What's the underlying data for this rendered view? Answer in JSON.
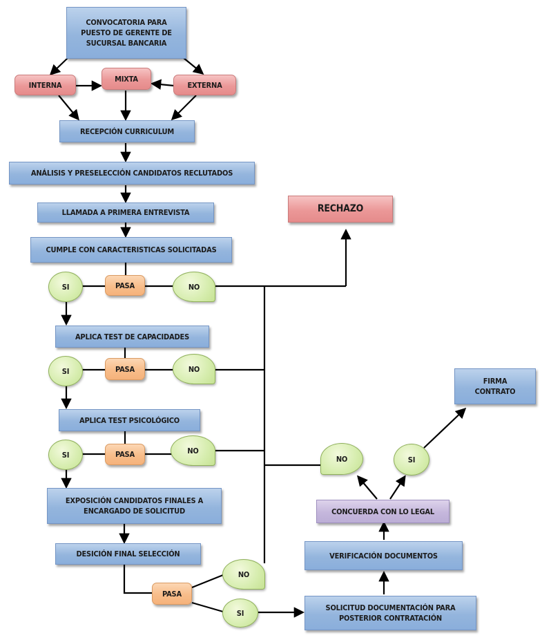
{
  "nodes": {
    "convocatoria": "CONVOCATORIA PARA\nPUESTO DE GERENTE DE\nSUCURSAL BANCARIA",
    "interna": "INTERNA",
    "mixta": "MIXTA",
    "externa": "EXTERNA",
    "recepcion": "RECEPCIÓN CURRICULUM",
    "analisis": "ANÁLISIS Y PRESELECCIÓN CANDIDATOS RECLUTADOS",
    "llamada": "LLAMADA A PRIMERA ENTREVISTA",
    "cumple": "CUMPLE CON CARACTERISTICAS SOLICITADAS",
    "rechazo": "RECHAZO",
    "aplica_capacidades": "APLICA TEST DE CAPACIDADES",
    "aplica_psicologico": "APLICA TEST PSICOLÓGICO",
    "exposicion": "EXPOSICIÓN CANDIDATOS FINALES A\nENCARGADO DE SOLICITUD",
    "desicion": "DESICIÓN FINAL SELECCIÓN",
    "firma": "FIRMA\nCONTRATO",
    "concuerda": "CONCUERDA CON LO LEGAL",
    "verificacion": "VERIFICACIÓN DOCUMENTOS",
    "solicitud": "SOLICITUD DOCUMENTACIÓN PARA\nPOSTERIOR CONTRATACIÓN"
  },
  "decision_labels": {
    "si": "SI",
    "no": "NO",
    "pasa": "PASA"
  },
  "colors": {
    "blue_box": "#94b5dd",
    "red_box": "#eb9898",
    "orange_box": "#f8bd8a",
    "green_leaf": "#d6edae",
    "purple_box": "#c5b7dc",
    "connector": "#000000"
  }
}
